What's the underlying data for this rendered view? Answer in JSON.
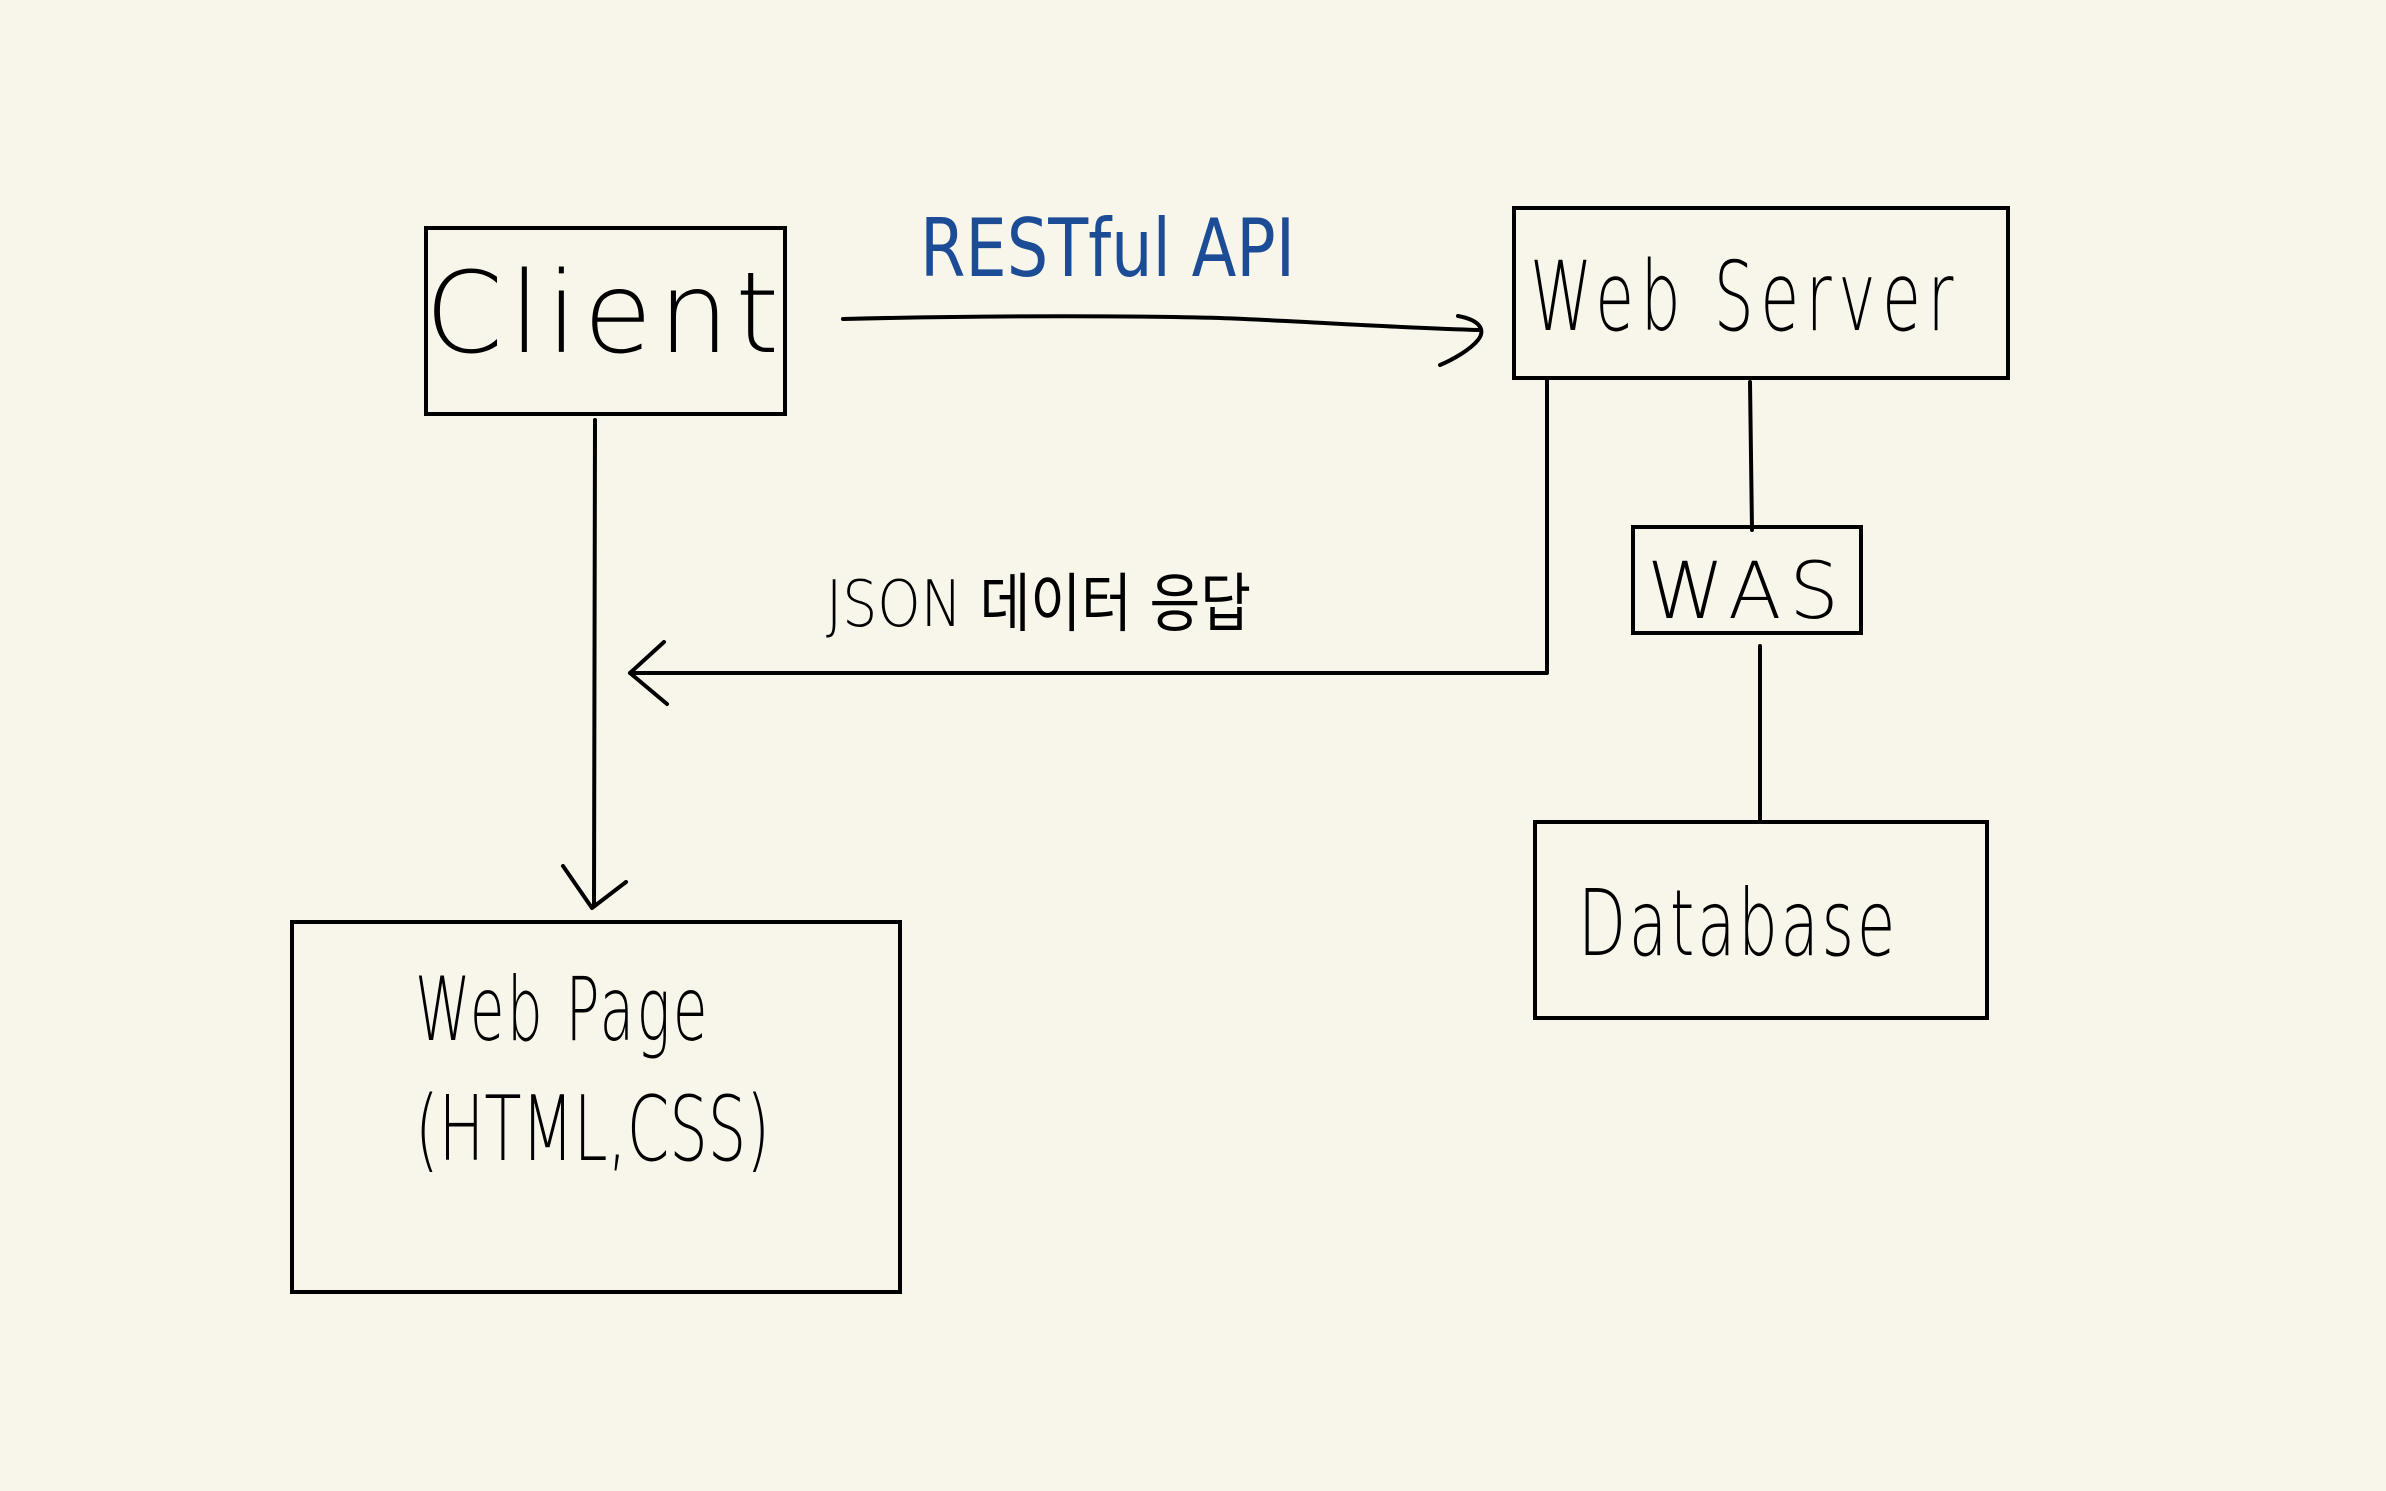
{
  "nodes": {
    "client": "Client",
    "web_server": "Web Server",
    "was": "WAS",
    "database": "Database",
    "web_page_line1": "Web Page",
    "web_page_line2": "(HTML,CSS)"
  },
  "edges": {
    "request": "RESTful API",
    "response": "JSON 데이터 응답"
  },
  "colors": {
    "background": "#f8f6eb",
    "ink": "#000000",
    "accent": "#1c4c96"
  }
}
